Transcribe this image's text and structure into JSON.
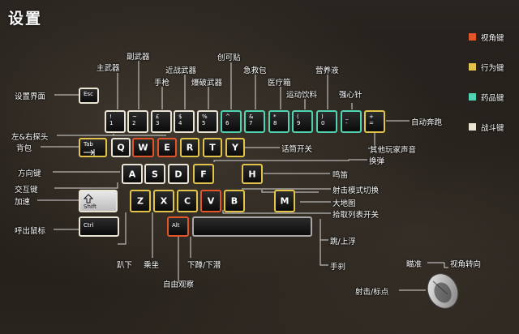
{
  "title": "设置",
  "legend": [
    {
      "label": "视角键",
      "color": "#e0562a"
    },
    {
      "label": "行为键",
      "color": "#e2c44a"
    },
    {
      "label": "药品键",
      "color": "#4fd3b1"
    },
    {
      "label": "战斗键",
      "color": "#e9e4d4"
    }
  ],
  "keys": {
    "esc": "Esc",
    "n1": "!\n1",
    "n2": "~\n2",
    "n3": "£\n3",
    "n4": "$\n4",
    "n5": "%\n5",
    "n6": "^\n6",
    "n7": "&\n7",
    "n8": "*\n8",
    "n9": "(\n9",
    "n0": ")\n0",
    "minus": "_\n-",
    "plus": "+\n=",
    "tab": "Tab",
    "q": "Q",
    "w": "W",
    "e": "E",
    "r": "R",
    "t": "T",
    "y": "Y",
    "a": "A",
    "s": "S",
    "d": "D",
    "f": "F",
    "h": "H",
    "shift": "Shift",
    "z": "Z",
    "x": "X",
    "c": "C",
    "v": "V",
    "b": "B",
    "m": "M",
    "ctrl": "Ctrl",
    "alt": "Alt"
  },
  "labels": {
    "zhuwuqi": "主武器",
    "fuwuqi": "副武器",
    "shouqiang": "手枪",
    "jinzhan": "近战武器",
    "baopo": "爆破武器",
    "chuangketie": "创可贴",
    "jijiubao": "急救包",
    "yiliaoxiang": "医疗箱",
    "yundongyinliao": "运动饮料",
    "yingyangye": "营养液",
    "qiangxinzhen": "强心针",
    "shezhijiemian": "设置界面",
    "zuoyoutantou": "左&右探头",
    "beibao": "背包",
    "fangxiangjian": "方向键",
    "jiaohujian": "交互键",
    "jiasu": "加速",
    "huchushubiao": "呼出鼠标",
    "zidongbenpao": "自动奔跑",
    "huatongkaiguan": "话筒开关",
    "qitawanjia": "其他玩家声音",
    "huandan": "换弹",
    "mingdi": "鸣笛",
    "shejimoshi": "射击模式切换",
    "daditu": "大地图",
    "shiqu": "拾取列表开关",
    "tiao": "跳/上浮",
    "shousha": "手刹",
    "paxia": "趴下",
    "chengzuo": "乘坐",
    "xiadun": "下蹲/下潜",
    "ziyouguancha": "自由观察",
    "miaozhun": "瞄准",
    "shijiaozhuanxiang": "视角转向",
    "sheji": "射击/标点"
  }
}
